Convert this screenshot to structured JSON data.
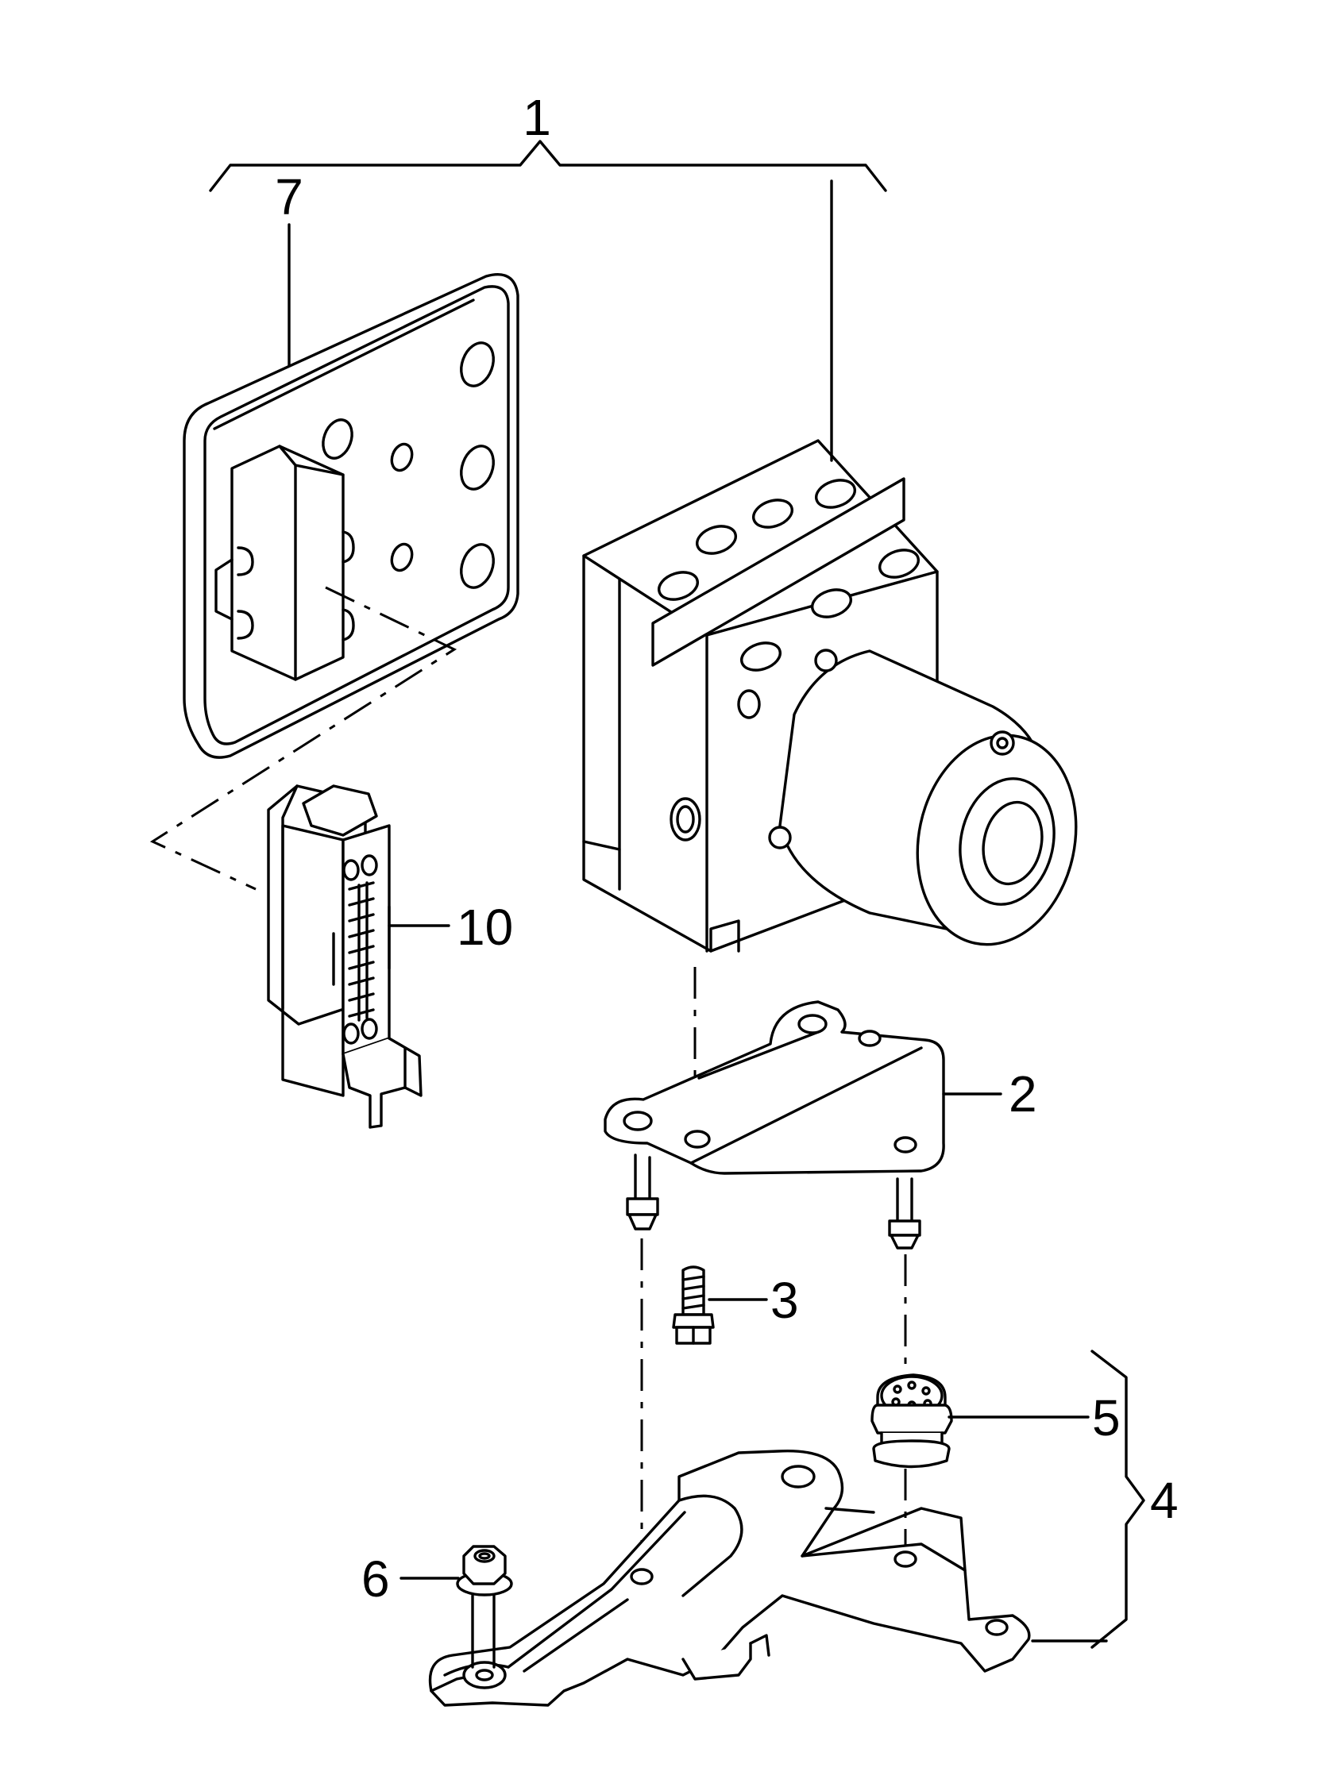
{
  "diagram": {
    "callouts": {
      "c1": "1",
      "c2": "2",
      "c3": "3",
      "c4": "4",
      "c5": "5",
      "c6": "6",
      "c7": "7",
      "c10": "10"
    }
  }
}
